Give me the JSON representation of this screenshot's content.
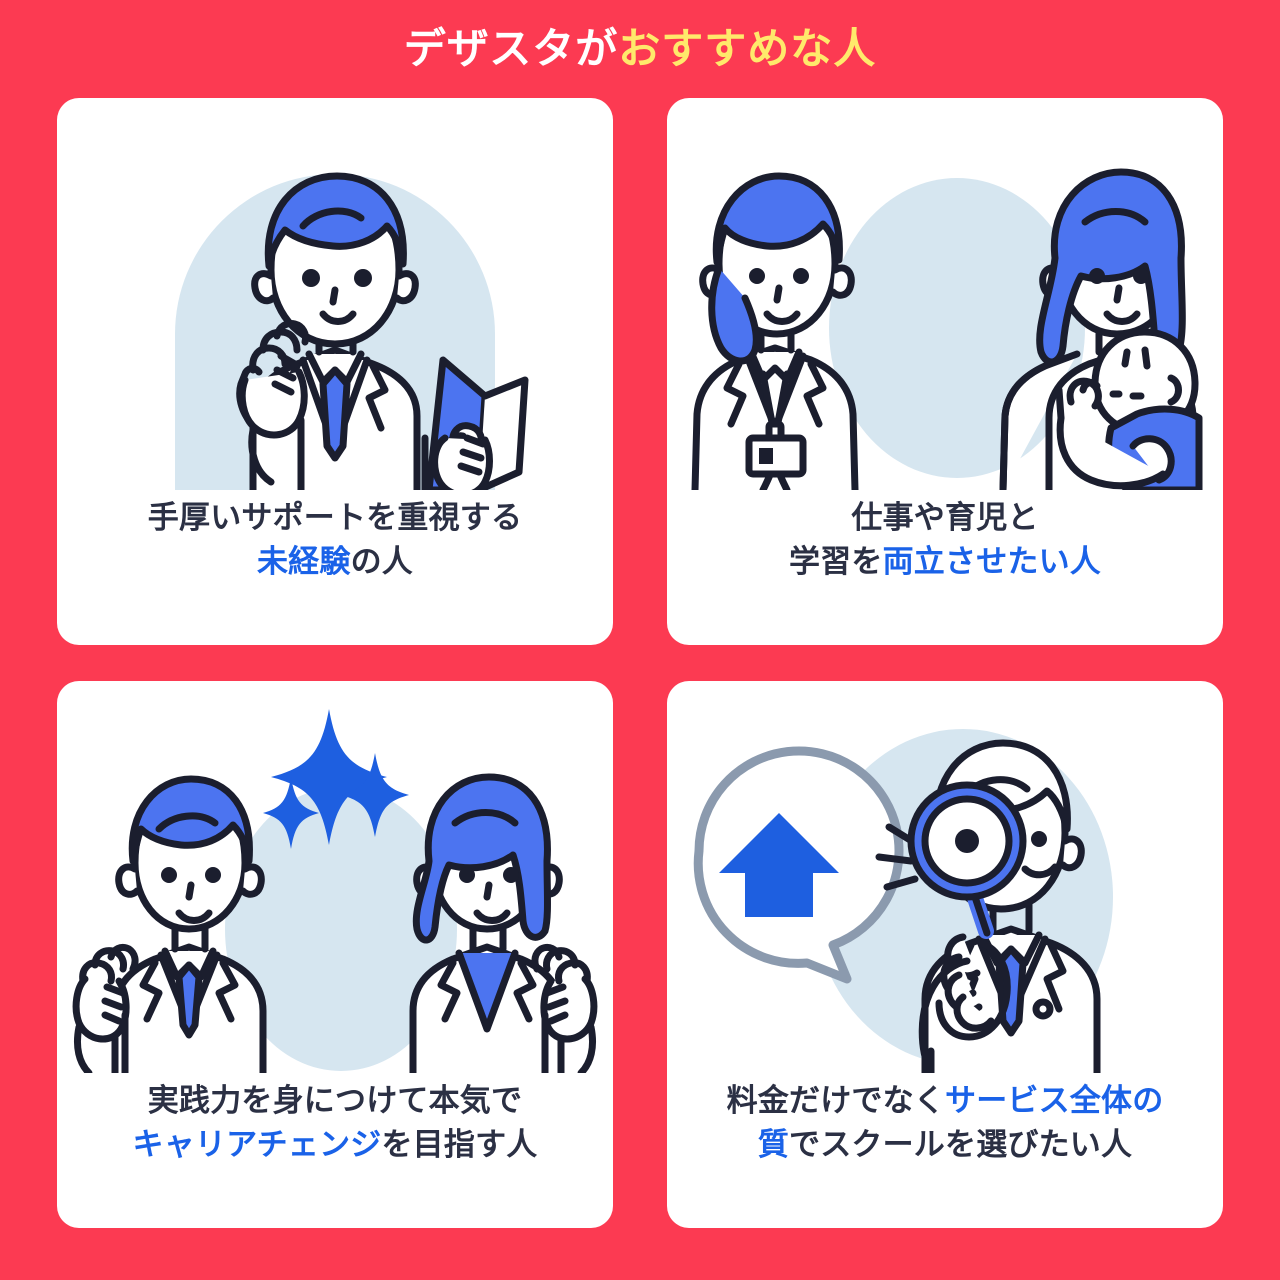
{
  "theme": {
    "background_red": "#FC3A52",
    "card_white": "#FFFFFF",
    "text_dark": "#2B3044",
    "text_blue": "#1A62E8",
    "title_yellow": "#FFE96B",
    "illustration_blue": "#4C74F0",
    "illustration_blue_strong": "#1E5FE0",
    "illustration_lightblue": "#D6E6F0",
    "illustration_ink": "#1B1E2E",
    "bubble_gray": "#8B9AAE"
  },
  "header": {
    "title_white": "デザスタが",
    "title_yellow": "おすすめな人"
  },
  "cards": [
    {
      "illustration_name": "man-with-tablet-cheering",
      "line1": [
        {
          "text": "手厚いサポートを重視する",
          "highlight": false
        }
      ],
      "line2": [
        {
          "text": "未経験",
          "highlight": true
        },
        {
          "text": "の人",
          "highlight": false
        }
      ]
    },
    {
      "illustration_name": "working-woman-and-mother-with-baby",
      "line1": [
        {
          "text": "仕事や育児と",
          "highlight": false
        }
      ],
      "line2": [
        {
          "text": "学習を",
          "highlight": false
        },
        {
          "text": "両立させたい人",
          "highlight": true
        }
      ]
    },
    {
      "illustration_name": "man-and-woman-cheering-with-sparkles",
      "line1": [
        {
          "text": "実践力を身につけて本気で",
          "highlight": false
        }
      ],
      "line2": [
        {
          "text": "キャリアチェンジ",
          "highlight": true
        },
        {
          "text": "を目指す人",
          "highlight": false
        }
      ]
    },
    {
      "illustration_name": "man-with-magnifying-glass-and-up-arrow-bubble",
      "line1": [
        {
          "text": "料金だけでなく",
          "highlight": false
        },
        {
          "text": "サービス全体の",
          "highlight": true
        }
      ],
      "line2": [
        {
          "text": "質",
          "highlight": true
        },
        {
          "text": "でスクールを選びたい人",
          "highlight": false
        }
      ]
    }
  ]
}
